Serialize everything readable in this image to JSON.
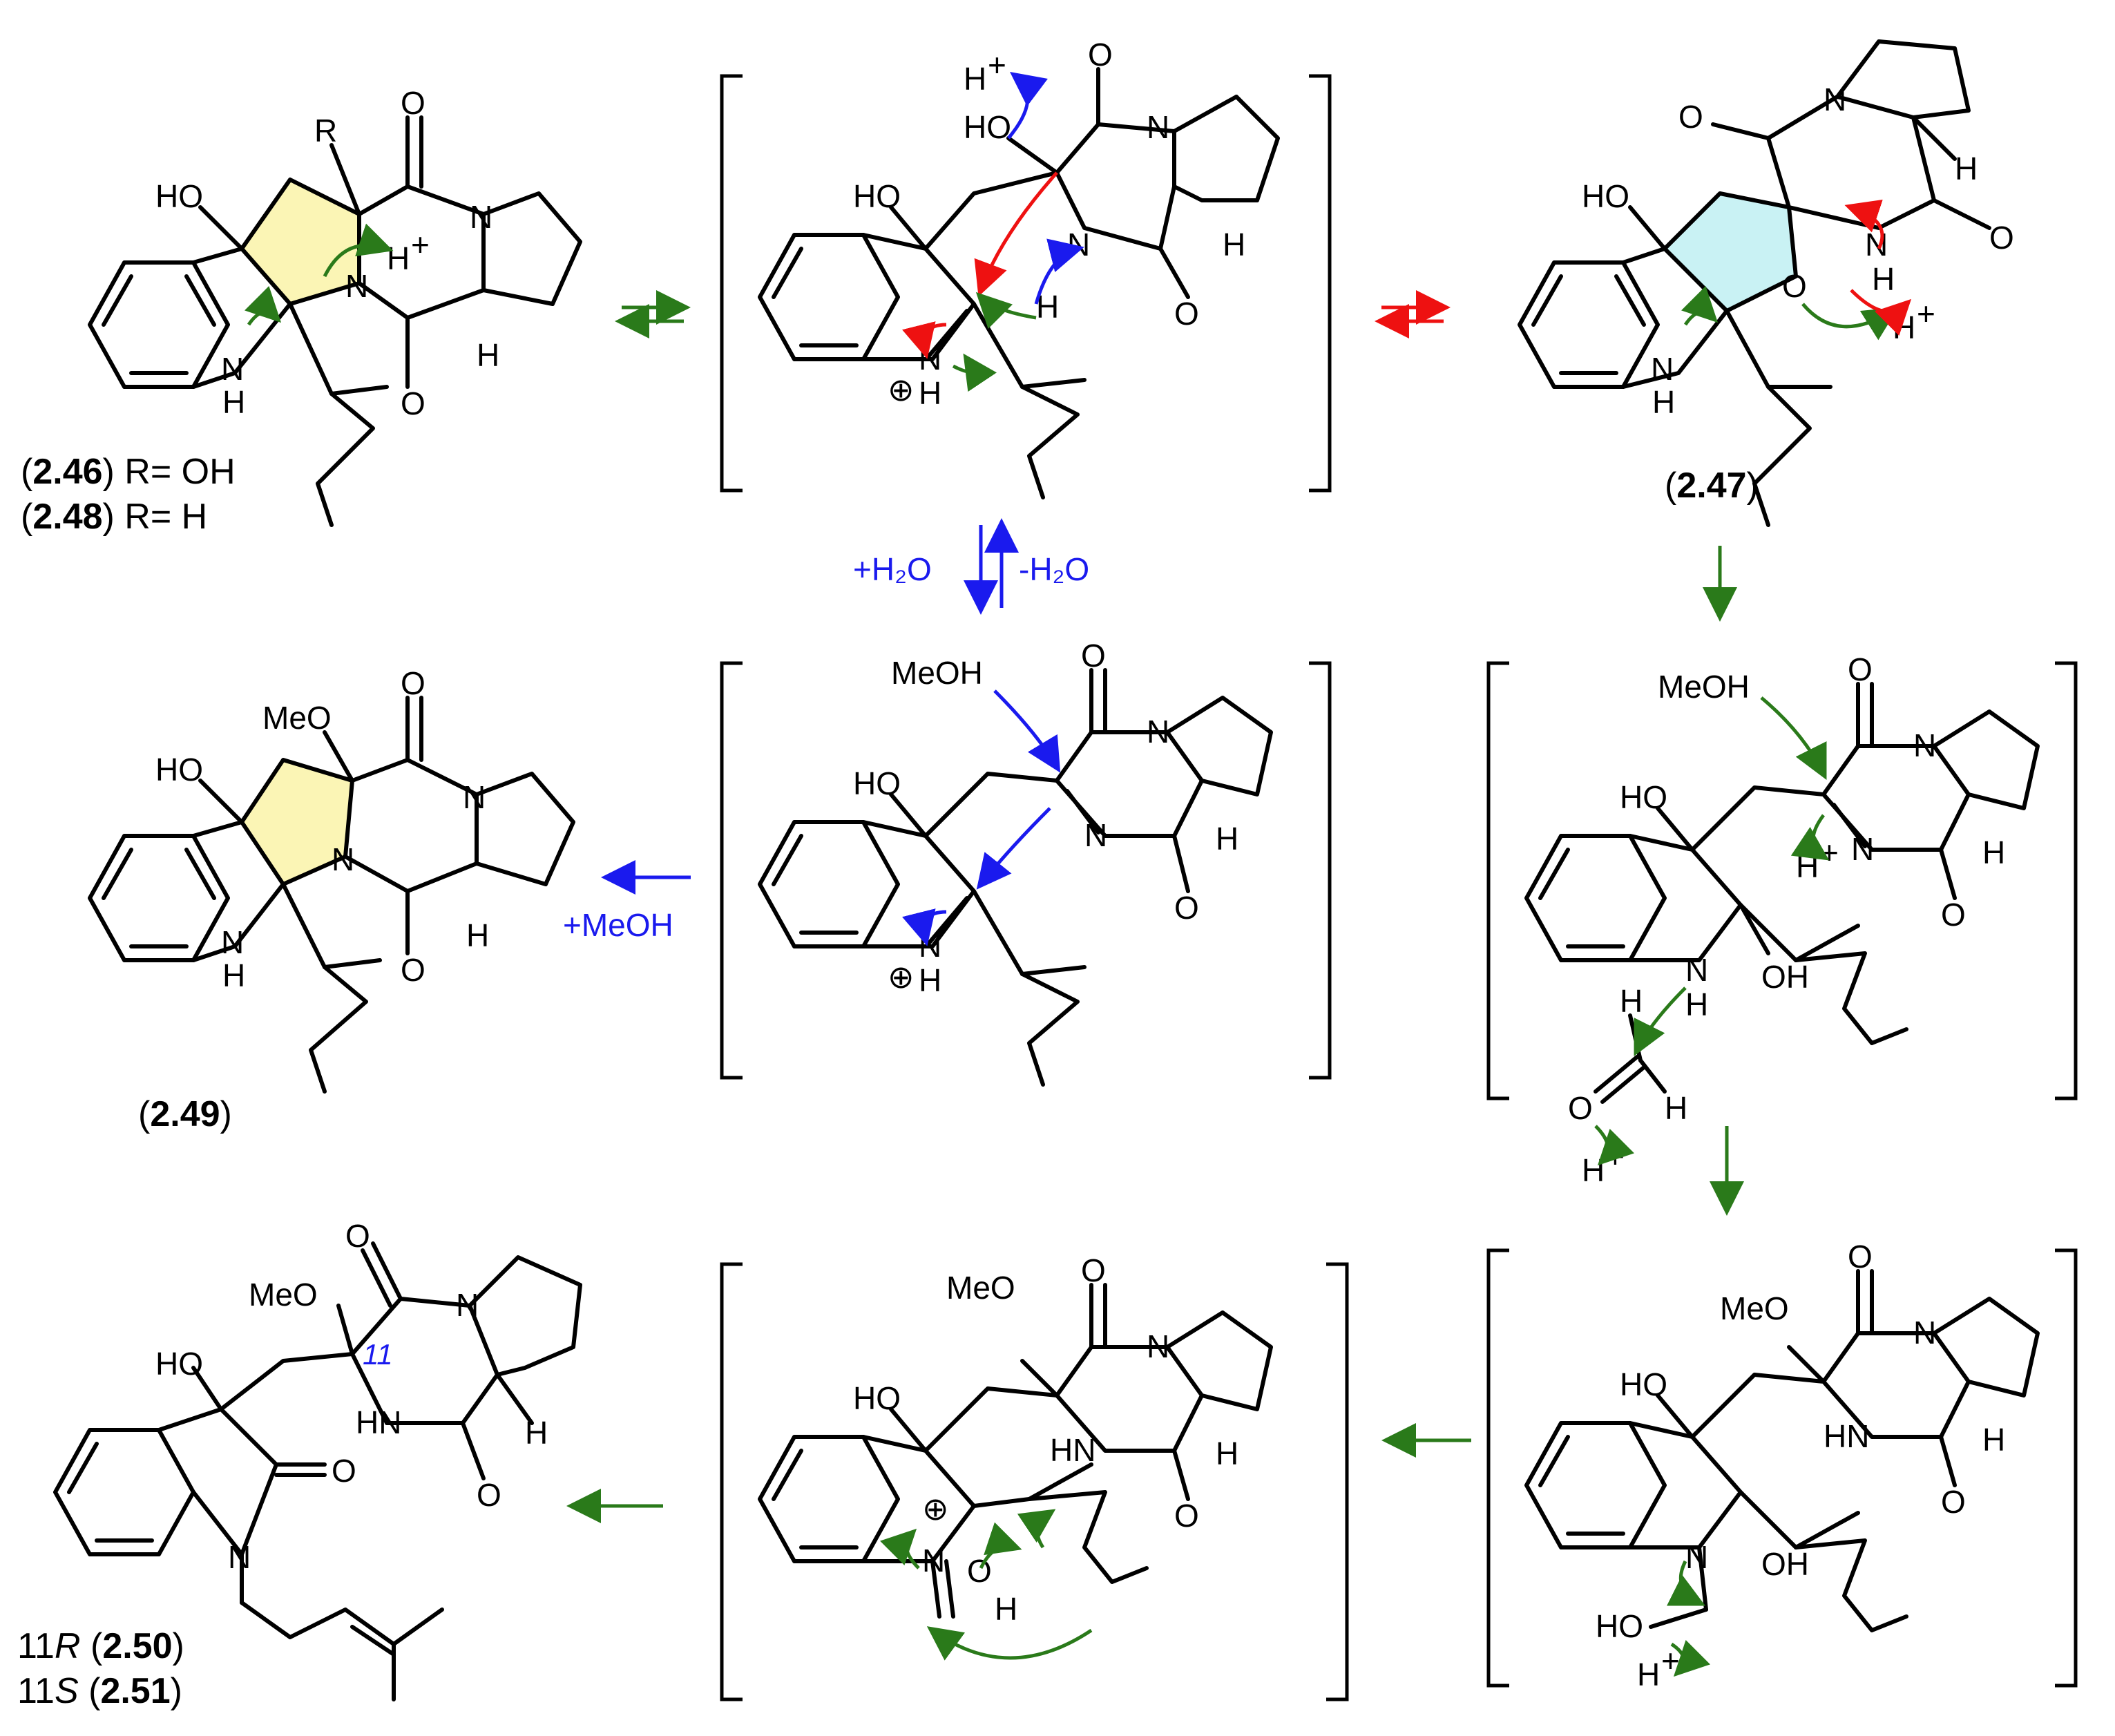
{
  "colors": {
    "green": "#2a7a1a",
    "red": "#ee1111",
    "blue": "#1a1aee",
    "yellow_ring": "#fbf5b5",
    "cyan_ring": "#c9f2f4",
    "locant": "#1a1aee"
  },
  "atoms": {
    "ho": "HO",
    "r": "R",
    "o": "O",
    "n": "N",
    "nh_n": "N",
    "nh_h": "H",
    "h": "H",
    "h_plus": "H",
    "plus": "+",
    "meo": "MeO",
    "meoh": "MeOH",
    "oh": "OH",
    "hn": "HN",
    "oplus": "⊕"
  },
  "reagents": {
    "plus_water": "+H₂O",
    "minus_water": "-H₂O",
    "plus_meoh": "+MeOH"
  },
  "compounds": {
    "c246": {
      "open": "(",
      "num": "2.46",
      "close": ") R= OH"
    },
    "c248": {
      "open": "(",
      "num": "2.48",
      "close": ") R= H"
    },
    "c247": {
      "open": "(",
      "num": "2.47",
      "close": ")"
    },
    "c249": {
      "open": "(",
      "num": "2.49",
      "close": ")"
    },
    "c250": {
      "pre": "11",
      "stereo": "R",
      "open": " (",
      "num": "2.50",
      "close": ")"
    },
    "c251": {
      "pre": "11",
      "stereo": "S",
      "open": " (",
      "num": "2.51",
      "close": ")"
    },
    "locant": "11"
  }
}
